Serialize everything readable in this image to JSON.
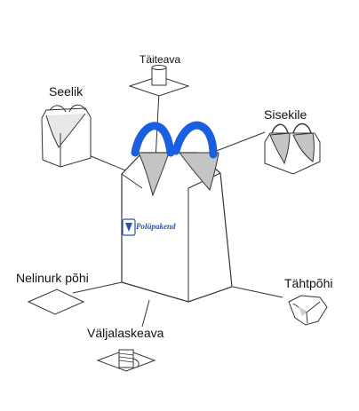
{
  "labels": {
    "taiteava": "Täiteava",
    "seelik": "Seelik",
    "sisekile": "Sisekile",
    "nelinurk_pohi": "Nelinurk põhi",
    "tahtpohi": "Tähtpõhi",
    "valjalaskeava": "Väljalaskeava"
  },
  "logo": {
    "text": "Polüpakend"
  },
  "colors": {
    "loops": "#1a5fe0",
    "inner_panels": "#c4c4c4",
    "lines": "#333333",
    "logo": "#2a55b0"
  }
}
